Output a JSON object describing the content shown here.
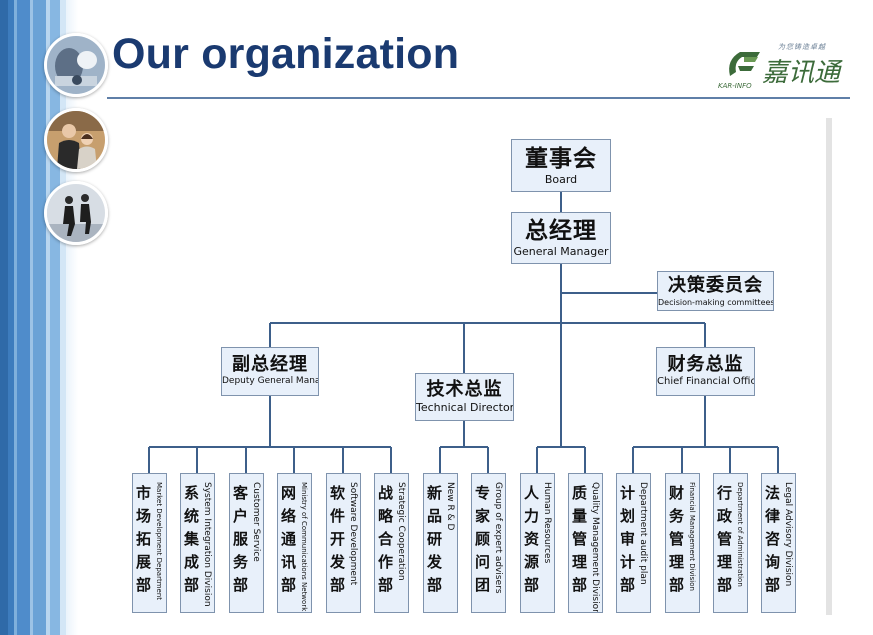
{
  "slide": {
    "title": "Our organization",
    "photos": [
      {
        "icon": "meeting-photo-icon"
      },
      {
        "icon": "businesspeople-photo-icon"
      },
      {
        "icon": "walking-people-photo-icon"
      }
    ],
    "logo": {
      "slogan": "为您铸造卓越",
      "name_cn": "嘉讯通",
      "name_en": "KAR-INFO",
      "color": "#3c6b3a"
    }
  },
  "org": {
    "board": {
      "cn": "董事会",
      "en": "Board"
    },
    "gm": {
      "cn": "总经理",
      "en": "General Manager"
    },
    "committee": {
      "cn": "决策委员会",
      "en": "Decision-making committees"
    },
    "deputy": {
      "cn": "副总经理",
      "en": "Deputy General Manager"
    },
    "tech": {
      "cn": "技术总监",
      "en": "Technical Director"
    },
    "cfo": {
      "cn": "财务总监",
      "en": "Chief Financial Officer"
    },
    "departments": [
      {
        "cn": "市场拓展部",
        "en": "Market Development Department"
      },
      {
        "cn": "系统集成部",
        "en": "System Integration Division"
      },
      {
        "cn": "客户服务部",
        "en": "Customer Service"
      },
      {
        "cn": "网络通讯部",
        "en": "Ministry of Communications Network"
      },
      {
        "cn": "软件开发部",
        "en": "Software Development"
      },
      {
        "cn": "战略合作部",
        "en": "Strategic Cooperation"
      },
      {
        "cn": "新品研发部",
        "en": "New R & D"
      },
      {
        "cn": "专家顾问团",
        "en": "Group of expert advisers"
      },
      {
        "cn": "人力资源部",
        "en": "Human Resources"
      },
      {
        "cn": "质量管理部",
        "en": "Quality Management Division"
      },
      {
        "cn": "计划审计部",
        "en": "Department audit plan"
      },
      {
        "cn": "财务管理部",
        "en": "Financial Management Division"
      },
      {
        "cn": "行政管理部",
        "en": "Department of Administration"
      },
      {
        "cn": "法律咨询部",
        "en": "Legal Advisory Division"
      }
    ]
  },
  "colors": {
    "title": "#1a3a70",
    "box_fill": "#e8f0fa",
    "box_border": "#7f93ad",
    "connector": "#3d5f8a"
  }
}
